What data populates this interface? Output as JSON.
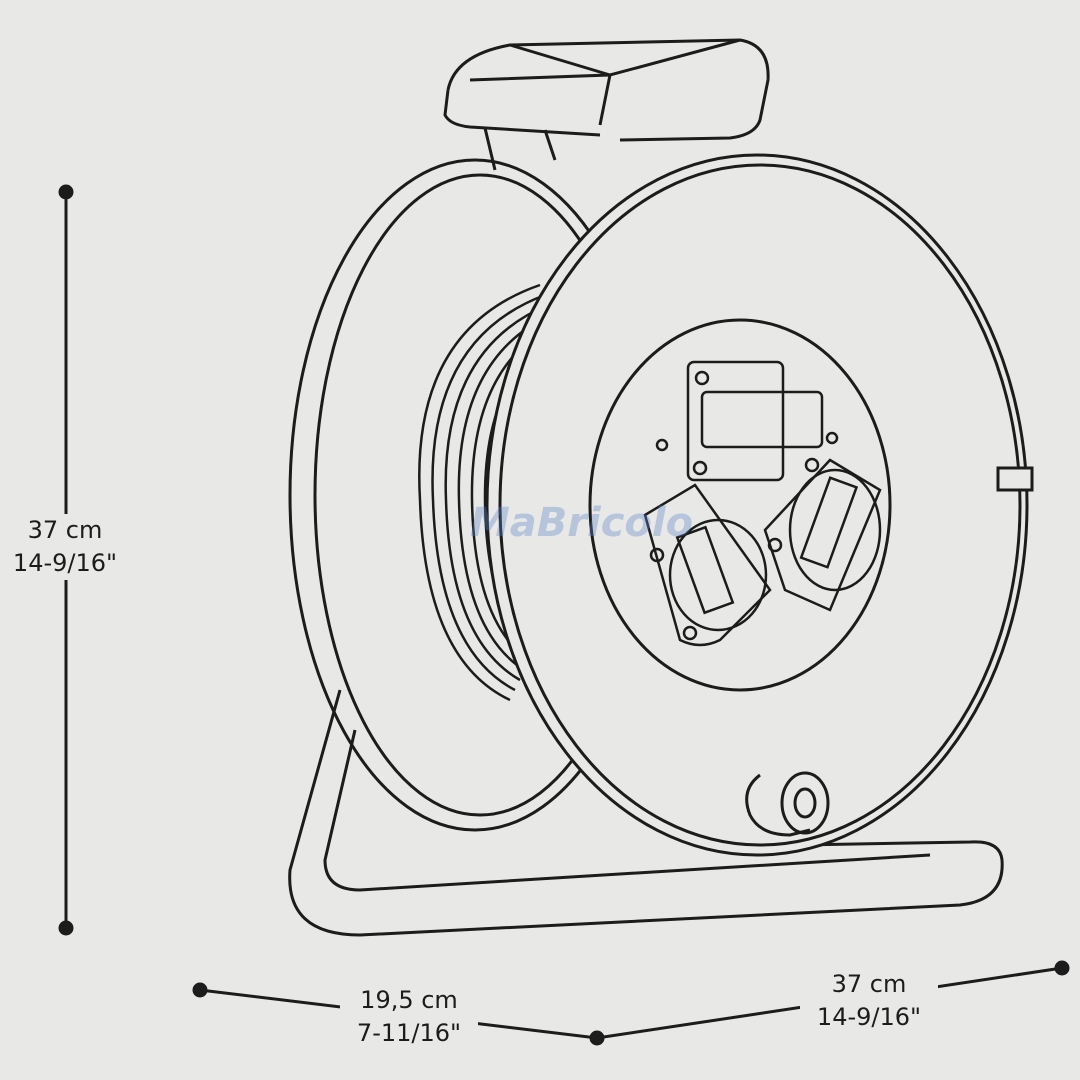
{
  "dimensions": {
    "height": {
      "metric": "37 cm",
      "imperial": "14-9/16\""
    },
    "depth": {
      "metric": "19,5 cm",
      "imperial": "7-11/16\""
    },
    "width": {
      "metric": "37 cm",
      "imperial": "14-9/16\""
    }
  },
  "watermark": "MaBricolo",
  "colors": {
    "line": "#1c1c1c",
    "background": "#e8e8e6",
    "watermark": "#5a82c8"
  }
}
